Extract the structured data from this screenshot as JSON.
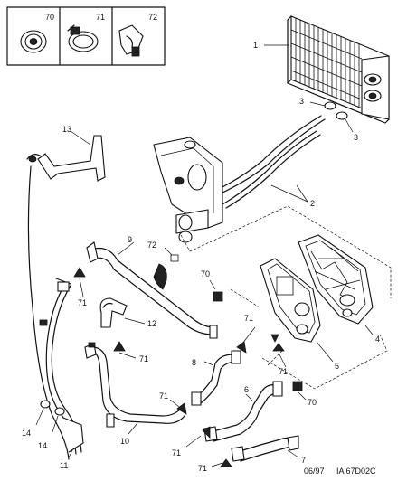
{
  "callouts": {
    "c1": "1",
    "c2": "2",
    "c3a": "3",
    "c3b": "3",
    "c4": "4",
    "c5": "5",
    "c6": "6",
    "c7": "7",
    "c8": "8",
    "c9": "9",
    "c10": "10",
    "c11": "11",
    "c12": "12",
    "c13": "13",
    "c14a": "14",
    "c14b": "14",
    "c70a": "70",
    "c70b": "70",
    "c70c": "70",
    "c71a": "71",
    "c71b": "71",
    "c71c": "71",
    "c71d": "71",
    "c71e": "71",
    "c71f": "71",
    "c71g": "71",
    "c71h": "71",
    "c72a": "72",
    "c72b": "72"
  },
  "footer": {
    "date": "06/97",
    "code": "IA 67D02C"
  }
}
